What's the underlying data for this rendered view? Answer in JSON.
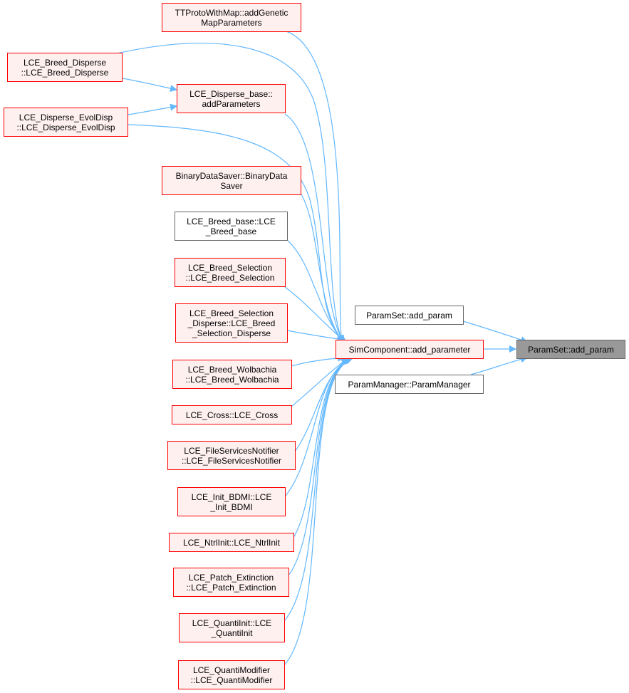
{
  "colors": {
    "edge": "#63b8ff",
    "node_border_red": "#ff0000",
    "node_fill_red": "#fff0f0",
    "node_border_gray": "#666666",
    "node_fill_current": "#999999"
  },
  "nodes": {
    "ttproto": "TTProtoWithMap::addGenetic\nMapParameters",
    "breed_disperse": "LCE_Breed_Disperse\n::LCE_Breed_Disperse",
    "disperse_base": "LCE_Disperse_base::\naddParameters",
    "disperse_evoldisp": "LCE_Disperse_EvolDisp\n::LCE_Disperse_EvolDisp",
    "binary_saver": "BinaryDataSaver::BinaryData\nSaver",
    "breed_base": "LCE_Breed_base::LCE\n_Breed_base",
    "breed_selection": "LCE_Breed_Selection\n::LCE_Breed_Selection",
    "breed_selection_disperse": "LCE_Breed_Selection\n_Disperse::LCE_Breed\n_Selection_Disperse",
    "breed_wolbachia": "LCE_Breed_Wolbachia\n::LCE_Breed_Wolbachia",
    "cross": "LCE_Cross::LCE_Cross",
    "file_services": "LCE_FileServicesNotifier\n::LCE_FileServicesNotifier",
    "init_bdmi": "LCE_Init_BDMI::LCE\n_Init_BDMI",
    "ntrl_init": "LCE_NtrlInit::LCE_NtrlInit",
    "patch_extinction": "LCE_Patch_Extinction\n::LCE_Patch_Extinction",
    "quanti_init": "LCE_QuantiInit::LCE\n_QuantiInit",
    "quanti_modifier": "LCE_QuantiModifier\n::LCE_QuantiModifier",
    "paramset_add_param_caller": "ParamSet::add_param",
    "sim_component": "SimComponent::add_parameter",
    "param_manager": "ParamManager::ParamManager",
    "paramset_add_param": "ParamSet::add_param"
  }
}
